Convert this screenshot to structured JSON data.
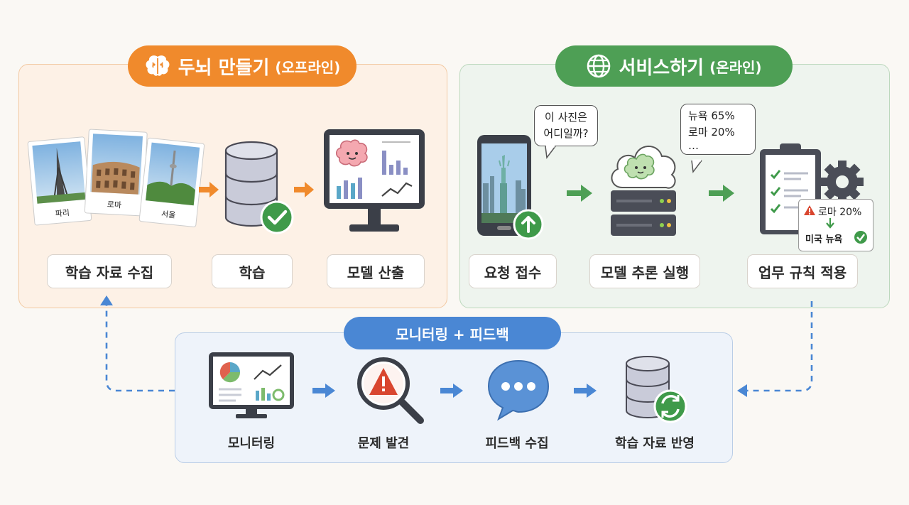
{
  "offline": {
    "title": "두뇌 만들기",
    "subtitle": "(오프라인)",
    "photos": [
      "파리",
      "로마",
      "서울"
    ],
    "steps": [
      "학습 자료 수집",
      "학습",
      "모델 산출"
    ]
  },
  "online": {
    "title": "서비스하기",
    "subtitle": "(온라인)",
    "question_bubble": {
      "line1": "이 사진은",
      "line2": "어디일까?"
    },
    "result_bubble": {
      "line1": "뉴욕 65%",
      "line2": "로마 20%",
      "line3": "…"
    },
    "rule_card": {
      "before": "로마 20%",
      "after": "미국 뉴욕"
    },
    "steps": [
      "요청 접수",
      "모델 추론 실행",
      "업무 규칙 적용"
    ]
  },
  "monitor": {
    "title": "모니터링 + 피드백",
    "steps": [
      "모니터링",
      "문제 발견",
      "피드백 수집",
      "학습 자료 반영"
    ]
  },
  "colors": {
    "offline_accent": "#f08a2c",
    "online_accent": "#4e9f55",
    "monitor_accent": "#4a87d4",
    "check_green": "#3f9a4a",
    "warning_red": "#d9462f"
  }
}
